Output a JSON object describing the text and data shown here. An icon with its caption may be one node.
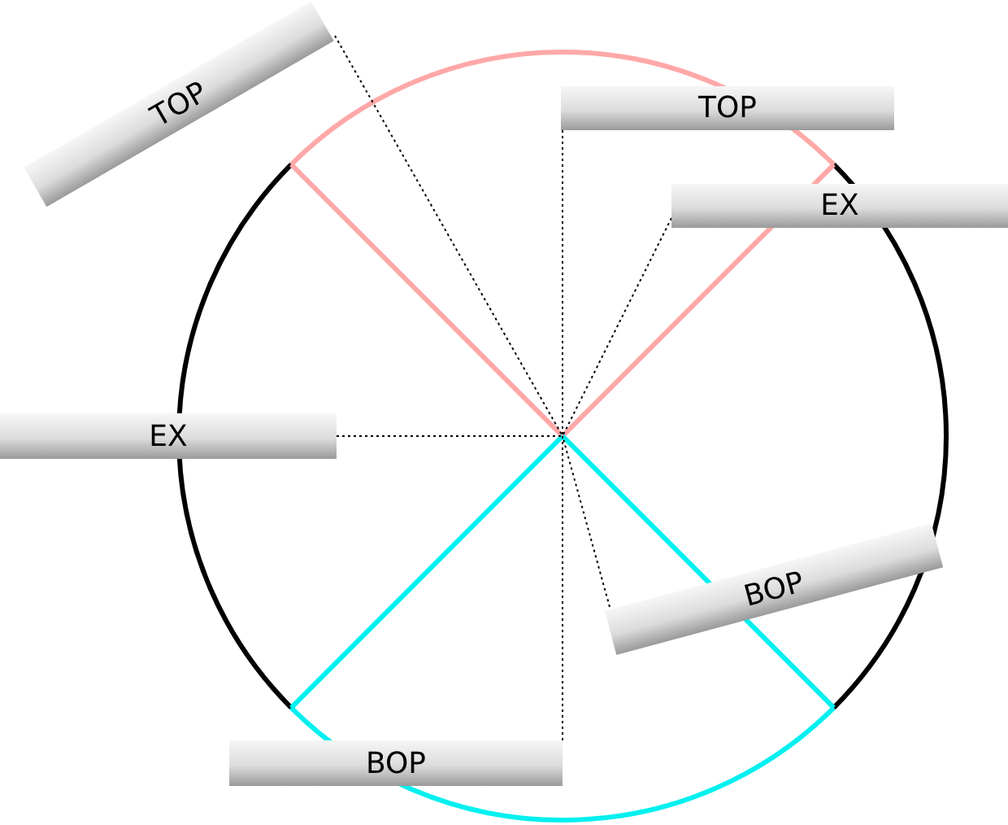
{
  "diagram": {
    "nodes": [
      {
        "text": [
          "TOP"
        ]
      },
      {
        "text": [
          "TOP"
        ]
      },
      {
        "text": [
          "EX"
        ]
      },
      {
        "text": [
          "EX"
        ]
      },
      {
        "text": [
          "BOP"
        ]
      },
      {
        "text": [
          "BOP"
        ]
      }
    ],
    "edges": [
      {
        "from": 0,
        "to": null,
        "arrow": "none"
      },
      {
        "from": 1,
        "to": null,
        "arrow": "none"
      },
      {
        "from": 2,
        "to": null,
        "arrow": "none"
      },
      {
        "from": 3,
        "to": null,
        "arrow": "none"
      },
      {
        "from": 4,
        "to": null,
        "arrow": "none"
      },
      {
        "from": 5,
        "to": null,
        "arrow": "none"
      }
    ]
  }
}
